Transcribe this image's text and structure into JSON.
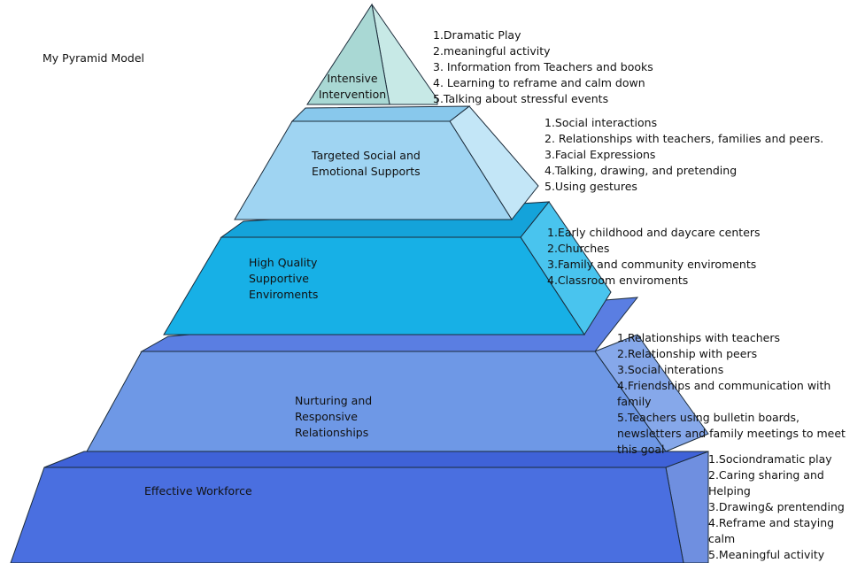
{
  "title": "My Pyramid Model",
  "colors": {
    "tier1": "#a9d8d4",
    "tier2": "#9fd4f2",
    "tier3": "#17b0e6",
    "tier4": "#6e98e6",
    "tier5": "#4a6fe0",
    "outline": "#1b2b3a"
  },
  "tiers": [
    {
      "label": "Intensive\nIntervention",
      "items": [
        "1.Dramatic Play",
        "2.meaningful activity",
        "3. Information from Teachers and books",
        "4. Learning to reframe and calm down",
        "5.Talking about stressful events"
      ]
    },
    {
      "label": "Targeted Social and\nEmotional Supports",
      "items": [
        "1.Social interactions",
        "2. Relationships with teachers, families and peers.",
        "3.Facial Expressions",
        "4.Talking, drawing, and pretending",
        "5.Using gestures"
      ]
    },
    {
      "label": "High Quality\nSupportive\nEnviroments",
      "items": [
        "1.Early childhood and daycare centers",
        "2.Churches",
        "3.Family and community enviroments",
        "4.Classroom enviroments"
      ]
    },
    {
      "label": "Nurturing and\nResponsive\nRelationships",
      "items": [
        "1.Relationships with teachers",
        "2.Relationship with peers",
        "3.Social interations",
        "4.Friendships and communication with family",
        "5.Teachers using bulletin boards, newsletters and family meetings to meet this goal"
      ]
    },
    {
      "label": "Effective Workforce",
      "items": [
        "1.Sociondramatic play",
        "2.Caring sharing and Helping",
        "3.Drawing& prentending",
        "4.Reframe and staying calm",
        "5.Meaningful activity"
      ]
    }
  ]
}
